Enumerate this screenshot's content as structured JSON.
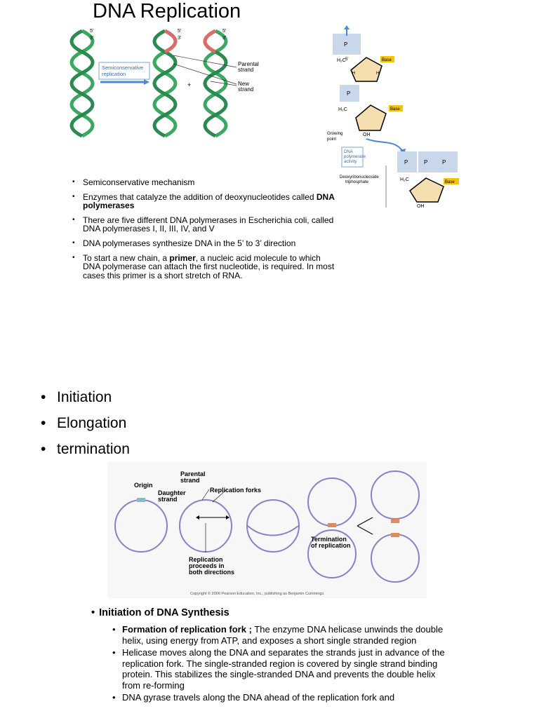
{
  "title": "DNA Replication",
  "fig1": {
    "box_label_1": "Semiconservative",
    "box_label_2": "replication",
    "labels": {
      "five_a": "5'",
      "three_a": "3'",
      "five_b": "5'",
      "three_b": "3'",
      "five_c": "5'",
      "three_c": "3'",
      "parental_1": "Parental",
      "parental_2": "strand",
      "new_1": "New",
      "new_2": "strand",
      "plus": "+"
    }
  },
  "fig2": {
    "base": "Base",
    "h": "H",
    "oh": "OH",
    "p": "P",
    "o": "O",
    "growing_1": "Growing",
    "growing_2": "point",
    "dnapol_1": "DNA",
    "dnapol_2": "polymerase",
    "dnapol_3": "activity",
    "dtp_1": "Deoxyribonucleoside",
    "dtp_2": "triphosphate",
    "h2c": "H₂C",
    "c5": "5'",
    "c3": "3'"
  },
  "bullets_small": [
    {
      "parts": [
        "Semiconservative mechanism"
      ]
    },
    {
      "pre": "Enzymes that catalyze the addition of deoxynucleotides called ",
      "bold": "DNA polymerases",
      "post": ""
    },
    {
      "pre": "There are five different DNA polymerases in Escherichia coli, called DNA polymerases I, II, III, IV, and V",
      "bold": "",
      "post": ""
    },
    {
      "pre": "DNA polymerases synthesize DNA in the 5’ to 3’ direction",
      "bold": "",
      "post": ""
    },
    {
      "pre": "To start a new chain, a ",
      "bold": "primer",
      "post": ", a nucleic acid molecule to which DNA polymerase can attach the first nucleotide, is required. In most cases this primer is a short stretch of RNA."
    }
  ],
  "bullets_big": [
    "Initiation",
    "Elongation",
    "termination"
  ],
  "fig3": {
    "origin": "Origin",
    "parental_1": "Parental",
    "parental_2": "strand",
    "daughter_1": "Daughter",
    "daughter_2": "strand",
    "forks": "Replication forks",
    "proceeds_1": "Replication",
    "proceeds_2": "proceeds in",
    "proceeds_3": "both directions",
    "term_1": "Termination",
    "term_2": "of replication",
    "copyright": "Copyright © 2006 Pearson Education, Inc., publishing as Benjamin Cummings."
  },
  "section": {
    "dot": "•",
    "title": "Initiation of DNA Synthesis"
  },
  "sub_bullets": [
    {
      "bold": "Formation of replication fork ;",
      "text": " The enzyme DNA helicase unwinds the double helix, using energy from ATP, and exposes a short single stranded region"
    },
    {
      "bold": "",
      "text": "Helicase moves along the DNA and separates the strands just in advance of the replication fork. The single-stranded region is covered by single strand binding protein. This stabilizes the single-stranded DNA and prevents the double helix from re-forming"
    },
    {
      "bold": "",
      "text": "DNA gyrase travels along the DNA ahead of the replication fork and"
    }
  ],
  "colors": {
    "green": "#3aa860",
    "red": "#e06a6a",
    "purple": "#8a7fc8",
    "box": "#c8d8ea",
    "sugar": "#f5deb0",
    "base": "#f5c400",
    "arrow": "#4a8ad0"
  }
}
